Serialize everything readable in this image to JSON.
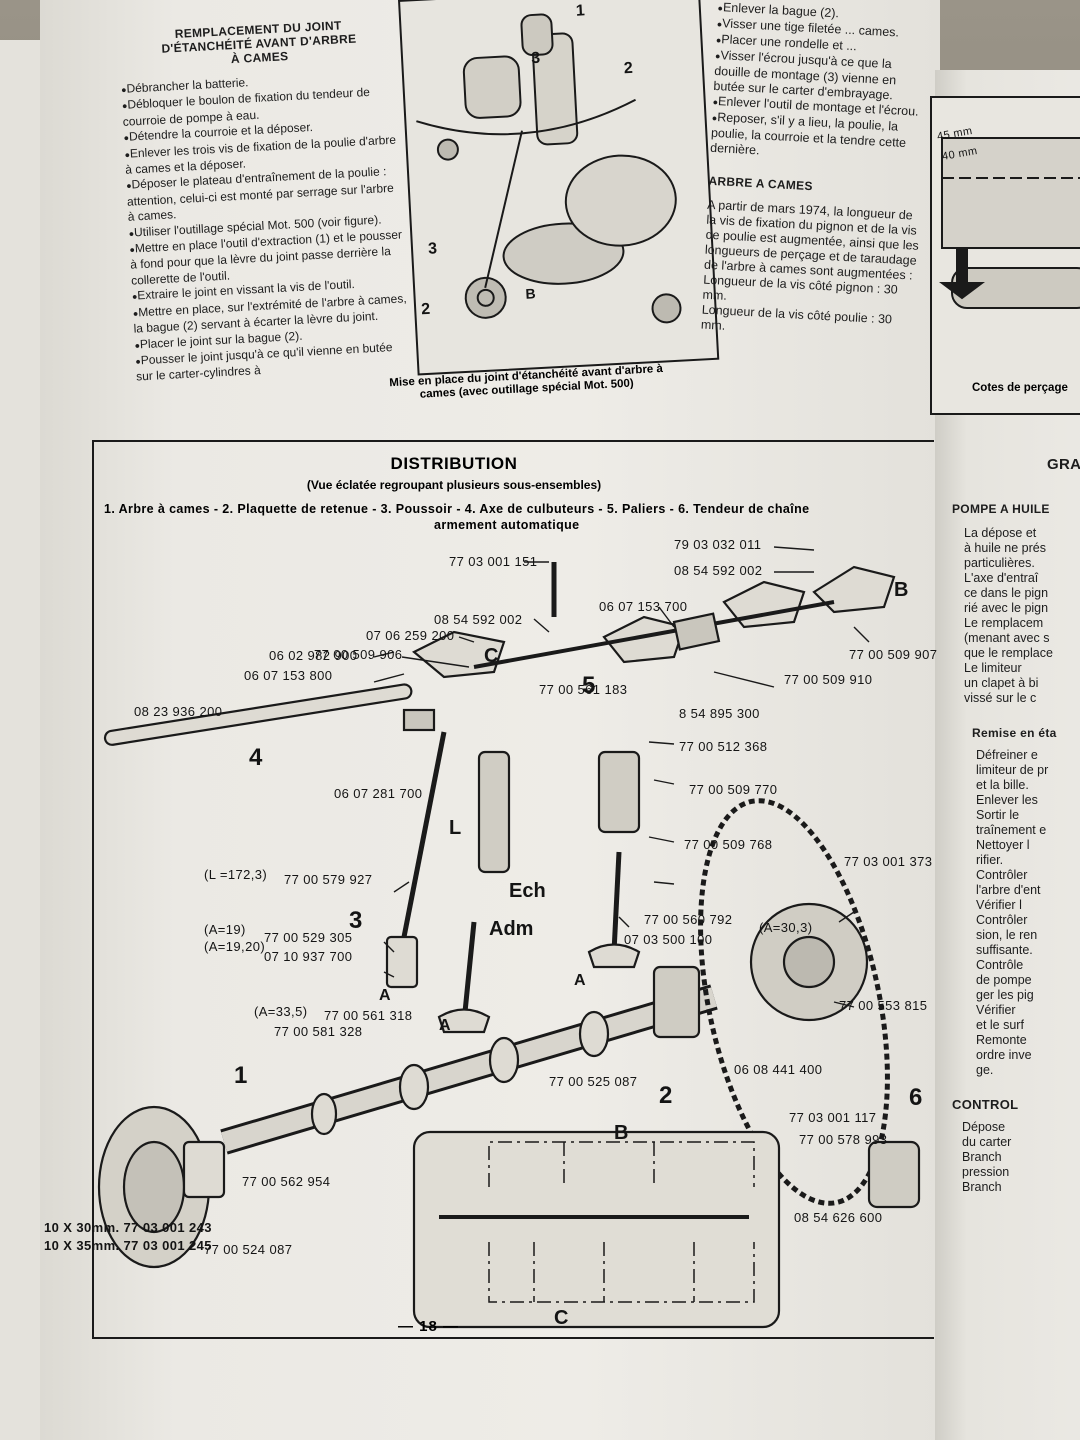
{
  "left_column": {
    "heading": "Remplacement du joint d'étanchéité avant d'arbre à cames",
    "items": [
      "Débrancher la batterie.",
      "Débloquer le boulon de fixation du tendeur de courroie de pompe à eau.",
      "Détendre la courroie et la déposer.",
      "Enlever les trois vis de fixation de la poulie d'arbre à cames et la déposer.",
      "Déposer le plateau d'entraînement de la poulie : attention, celui-ci est monté par serrage sur l'arbre à cames.",
      "Utiliser l'outillage spécial Mot. 500 (voir figure).",
      "Mettre en place l'outil d'extraction (1) et le pousser à fond pour que la lèvre du joint passe derrière la collerette de l'outil.",
      "Extraire le joint en vissant la vis de l'outil.",
      "Mettre en place, sur l'extrémité de l'arbre à cames, la bague (2) servant à écarter la lèvre du joint.",
      "Placer le joint sur la bague (2).",
      "Pousser le joint jusqu'à ce qu'il vienne en butée sur le carter-cylindres à"
    ]
  },
  "figure": {
    "caption": "Mise en place du joint d'étanchéité avant d'arbre à cames (avec outillage spécial Mot. 500)",
    "callouts": [
      "1",
      "2",
      "3",
      "3",
      "2",
      "B"
    ]
  },
  "right_column": {
    "items_top": [
      "Enlever la bague (2).",
      "Visser une tige filetée ... cames.",
      "Placer une rondelle et ...",
      "Visser l'écrou jusqu'à ce que la douille de montage (3) vienne en butée sur le carter d'embrayage.",
      "Enlever l'outil de montage et l'écrou.",
      "Reposer, s'il y a lieu, la poulie, la poulie, la courroie et la tendre cette dernière."
    ],
    "heading": "ARBRE A CAMES",
    "para": "A partir de mars 1974, la longueur de la vis de fixation du pignon et de la vis de poulie est augmentée, ainsi que les longueurs de perçage et de taraudage de l'arbre à cames sont augmentées :",
    "dashes": [
      "Longueur de la vis côté pignon : 30 mm.",
      "Longueur de la vis côté poulie : 30 mm."
    ]
  },
  "far_right": {
    "dims": [
      "45 mm",
      "40 mm"
    ],
    "caption": "Cotes de perçage",
    "heading_gra": "GRA",
    "pompe_heading": "POMPE A HUILE",
    "lines_a": [
      "La dépose et",
      "à huile ne prés",
      "particulières.",
      "L'axe d'entraî",
      "ce dans le pign",
      "rié avec le pign",
      "Le remplacem",
      "(menant avec s",
      "que le remplace",
      "Le limiteur",
      "un clapet à bi",
      "vissé sur le c"
    ],
    "remise": "Remise en éta",
    "lines_b": [
      "Défreiner e",
      "limiteur de pr",
      "et la bille.",
      "Enlever les",
      "Sortir le",
      "traînement e",
      "Nettoyer l",
      "rifier.",
      "Contrôler",
      "l'arbre d'ent",
      "Vérifier l",
      "Contrôler",
      "sion, le ren",
      "suffisante.",
      "Contrôle",
      "de pompe",
      "ger les pig",
      "Vérifier",
      "et le surf",
      "Remonte",
      "ordre inve",
      "ge."
    ],
    "controle": "CONTROL",
    "lines_c": [
      "Dépose",
      "du carter",
      "Branch",
      "pression",
      "Branch"
    ]
  },
  "distribution": {
    "title": "DISTRIBUTION",
    "subtitle": "(Vue éclatée regroupant plusieurs sous-ensembles)",
    "legend_line1": "1. Arbre à cames - 2. Plaquette de retenue - 3. Poussoir - 4. Axe de culbuteurs - 5. Paliers - 6. Tendeur de chaîne",
    "legend_line2": "armement automatique",
    "refs": {
      "r1": "79 03 032 011",
      "r2": "08 54 592 002",
      "r3": "77 03 001 151",
      "r4": "08 54 592 002",
      "r5": "06 07 153 700",
      "r6": "07 06 259 200",
      "r7": "77 00 509 906",
      "r8": "77 00 509 907",
      "r9": "77 00 509 910",
      "r10": "06 02 982 900",
      "r11": "06 07 153 800",
      "r12": "77 00 561 183",
      "r13": "8 54 895 300",
      "r14": "08 23 936 200",
      "r15": "77 00 512 368",
      "r16": "06 07 281 700",
      "r17": "77 00 509 770",
      "r18": "77 00 509 768",
      "r19": "(L =172,3)",
      "r20": "77 00 579 927",
      "r21": "77 03 001 373",
      "r22": "77 00 560 792",
      "r23": "(A=30,3)",
      "r24": "(A=19)",
      "r25": "77 00 529 305",
      "r26": "(A=19,20)",
      "r27": "07 10 937 700",
      "r28": "07 03 500 100",
      "r29": "(A=33,5)",
      "r30": "77 00 561 318",
      "r31": "77 00 553 815",
      "r32": "77 00 581 328",
      "r33": "77 00 525 087",
      "r34": "06 08 441 400",
      "r35": "77 03 001 117",
      "r36": "77 00 578 993",
      "r37": "77 00 562 954",
      "r38": "10 X 30mm. 77 03 001 243",
      "r39": "77 00 524 087",
      "r40": "10 X 35mm. 77 03 001 245",
      "r41": "08 54 626 600"
    },
    "callouts": {
      "n1": "1",
      "n2": "2",
      "n3": "3",
      "n4": "4",
      "n5": "5",
      "n6": "6",
      "B1": "B",
      "C1": "C",
      "B2": "B",
      "C2": "C",
      "L": "L",
      "A1": "A",
      "A2": "A",
      "A3": "A",
      "ech": "Ech",
      "adm": "Adm"
    }
  },
  "page_number": "18"
}
